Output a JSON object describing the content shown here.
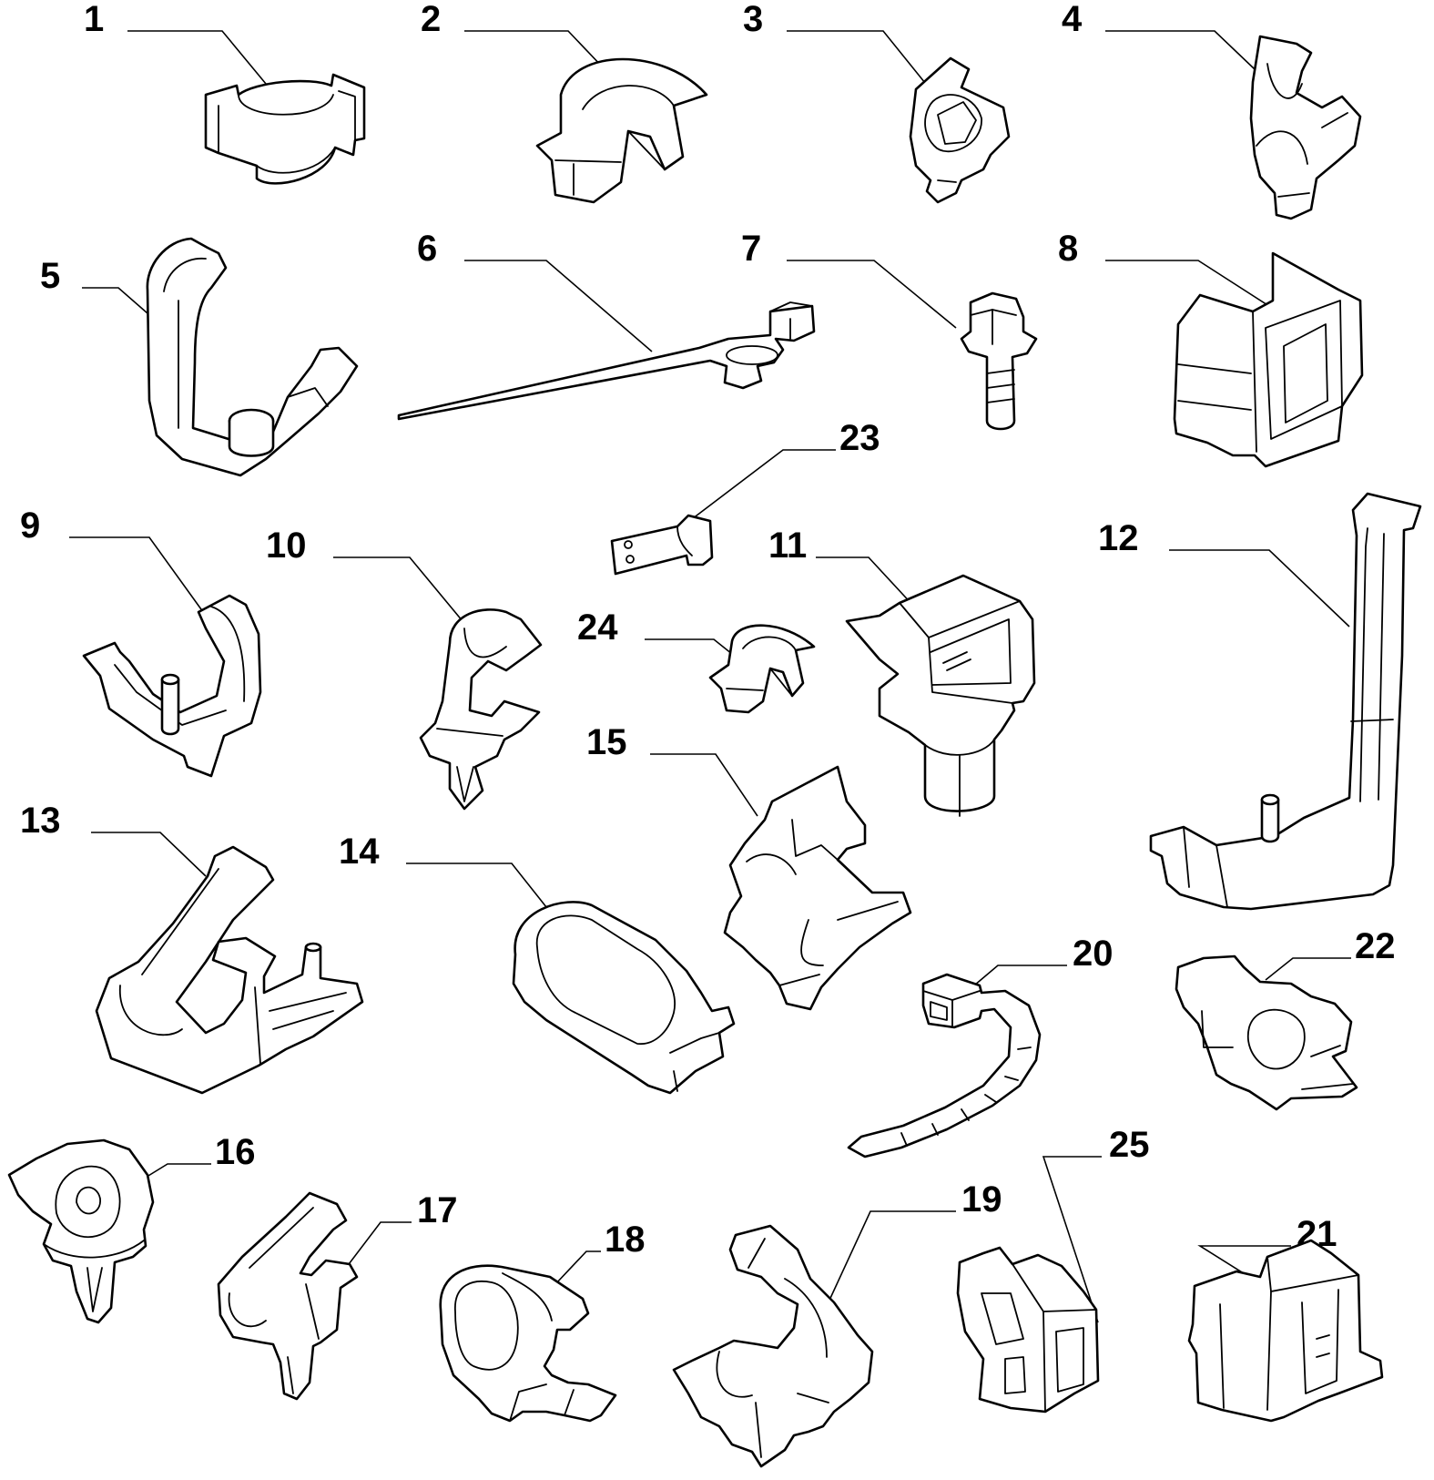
{
  "diagram": {
    "parts": [
      {
        "id": "part-1",
        "label": "1"
      },
      {
        "id": "part-2",
        "label": "2"
      },
      {
        "id": "part-3",
        "label": "3"
      },
      {
        "id": "part-4",
        "label": "4"
      },
      {
        "id": "part-5",
        "label": "5"
      },
      {
        "id": "part-6",
        "label": "6"
      },
      {
        "id": "part-7",
        "label": "7"
      },
      {
        "id": "part-8",
        "label": "8"
      },
      {
        "id": "part-9",
        "label": "9"
      },
      {
        "id": "part-10",
        "label": "10"
      },
      {
        "id": "part-11",
        "label": "11"
      },
      {
        "id": "part-12",
        "label": "12"
      },
      {
        "id": "part-13",
        "label": "13"
      },
      {
        "id": "part-14",
        "label": "14"
      },
      {
        "id": "part-15",
        "label": "15"
      },
      {
        "id": "part-16",
        "label": "16"
      },
      {
        "id": "part-17",
        "label": "17"
      },
      {
        "id": "part-18",
        "label": "18"
      },
      {
        "id": "part-19",
        "label": "19"
      },
      {
        "id": "part-20",
        "label": "20"
      },
      {
        "id": "part-21",
        "label": "21"
      },
      {
        "id": "part-22",
        "label": "22"
      },
      {
        "id": "part-23",
        "label": "23"
      },
      {
        "id": "part-24",
        "label": "24"
      },
      {
        "id": "part-25",
        "label": "25"
      }
    ]
  }
}
